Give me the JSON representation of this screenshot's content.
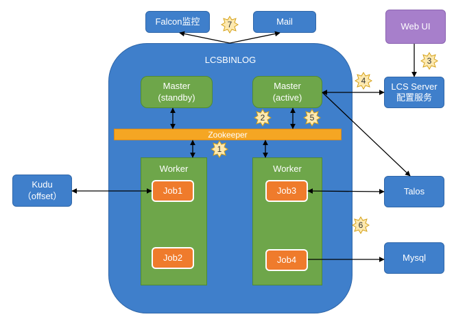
{
  "cluster": {
    "title": "LCSBINLOG"
  },
  "masters": {
    "standby": [
      "Master",
      "(standby)"
    ],
    "active": [
      "Master",
      "(active)"
    ]
  },
  "zookeeper": "Zookeeper",
  "workers": [
    {
      "title": "Worker",
      "jobs": [
        "Job1",
        "Job2"
      ]
    },
    {
      "title": "Worker",
      "jobs": [
        "Job3",
        "Job4"
      ]
    }
  ],
  "external": {
    "falcon": "Falcon监控",
    "mail": "Mail",
    "web_ui": "Web UI",
    "lcs_server": [
      "LCS Server",
      "配置服务"
    ],
    "kudu": [
      "Kudu",
      "（offset）"
    ],
    "talos": "Talos",
    "mysql": "Mysql"
  },
  "steps": [
    "1",
    "2",
    "3",
    "4",
    "5",
    "6",
    "7"
  ],
  "colors": {
    "blue": "#3f7fcb",
    "green": "#6ea64a",
    "orange": "#ef7b2c",
    "zookeeper": "#f5a623",
    "purple": "#a77fcb",
    "badge": "#fde9b0"
  }
}
